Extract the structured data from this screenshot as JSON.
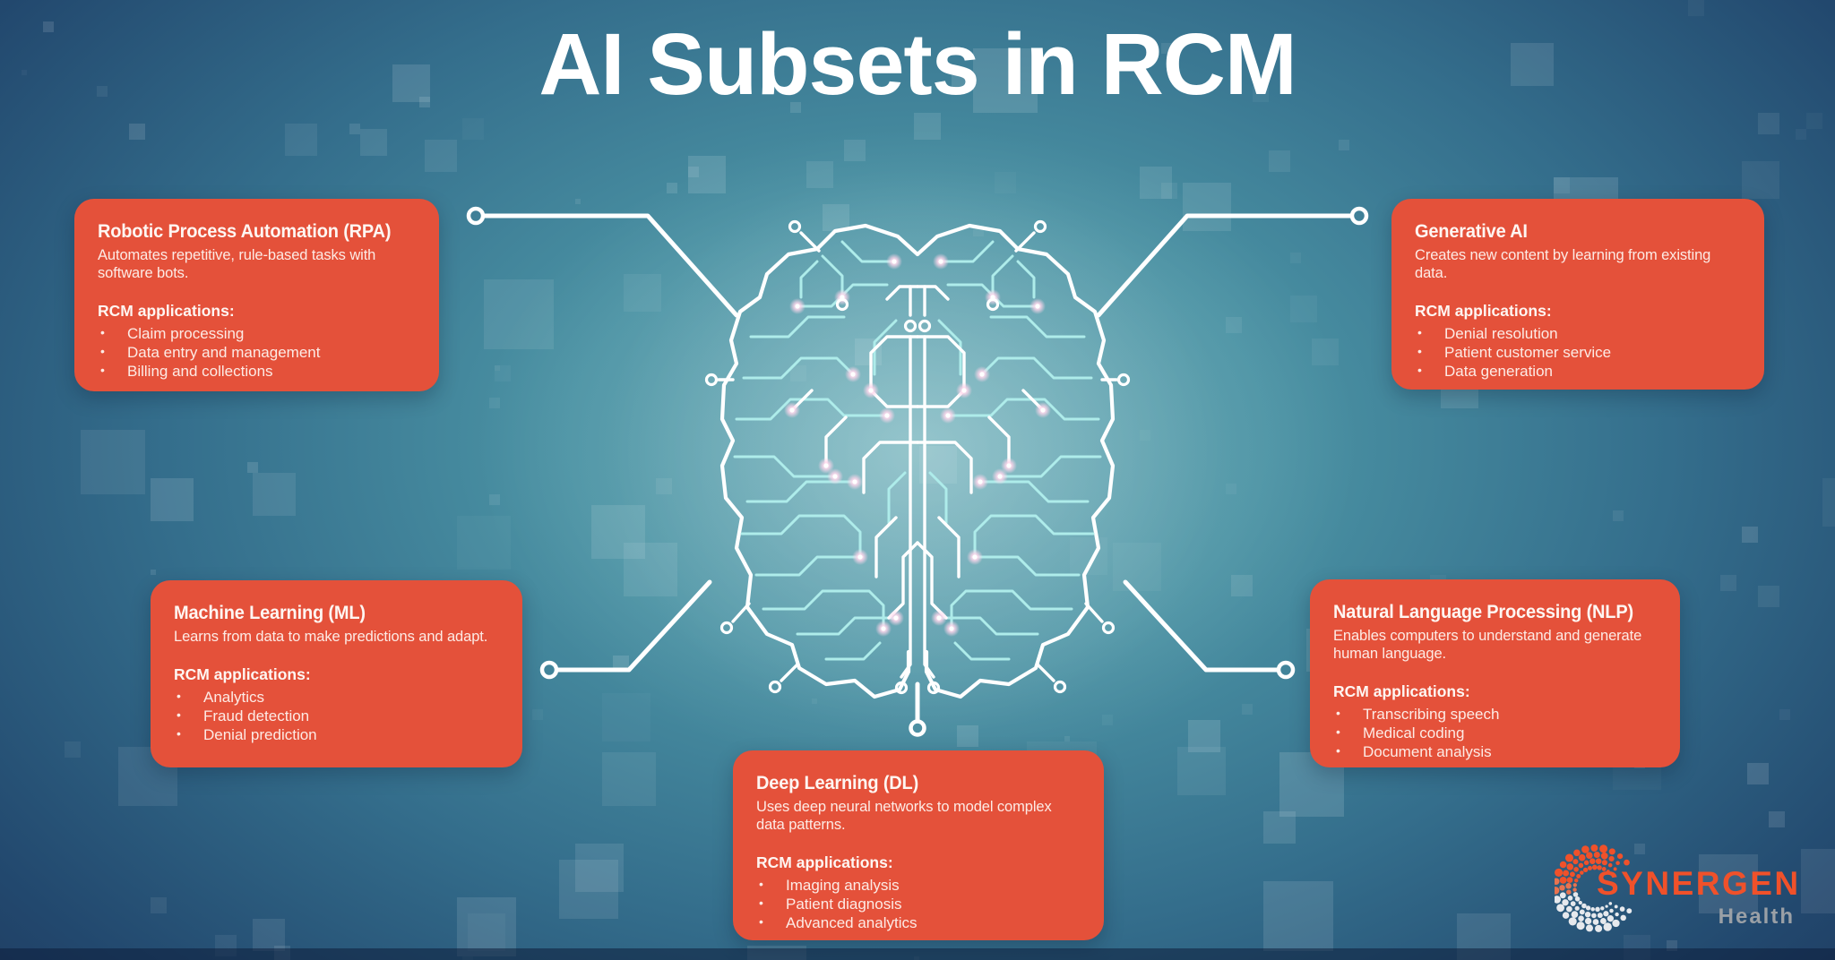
{
  "title": "AI Subsets in RCM",
  "colors": {
    "card_red": "#e4513a",
    "background_navy": "#1b2b4e",
    "background_teal": "#4b93a4",
    "circuit_cyan": "#aeecea",
    "circuit_white": "#ffffff",
    "logo_orange": "#f0512a",
    "logo_gray": "#9aa0a6"
  },
  "cards": [
    {
      "id": "rpa",
      "title": "Robotic Process Automation (RPA)",
      "description": "Automates repetitive, rule-based tasks with software bots.",
      "applications_label": "RCM applications:",
      "applications": [
        "Claim processing",
        "Data entry and management",
        "Billing and collections"
      ]
    },
    {
      "id": "generative-ai",
      "title": "Generative AI",
      "description": "Creates new content by learning from existing data.",
      "applications_label": "RCM applications:",
      "applications": [
        "Denial resolution",
        "Patient customer service",
        "Data generation"
      ]
    },
    {
      "id": "machine-learning",
      "title": "Machine Learning (ML)",
      "description": "Learns from data to make predictions and adapt.",
      "applications_label": "RCM applications:",
      "applications": [
        "Analytics",
        "Fraud detection",
        "Denial prediction"
      ]
    },
    {
      "id": "nlp",
      "title": "Natural Language Processing (NLP)",
      "description": "Enables computers to understand and generate human language.",
      "applications_label": "RCM applications:",
      "applications": [
        "Transcribing speech",
        "Medical coding",
        "Document analysis"
      ]
    },
    {
      "id": "deep-learning",
      "title": "Deep Learning (DL)",
      "description": "Uses deep neural networks to model complex data patterns.",
      "applications_label": "RCM applications:",
      "applications": [
        "Imaging analysis",
        "Patient diagnosis",
        "Advanced analytics"
      ]
    }
  ],
  "logo": {
    "name": "SYNERGEN",
    "subtitle": "Health"
  }
}
